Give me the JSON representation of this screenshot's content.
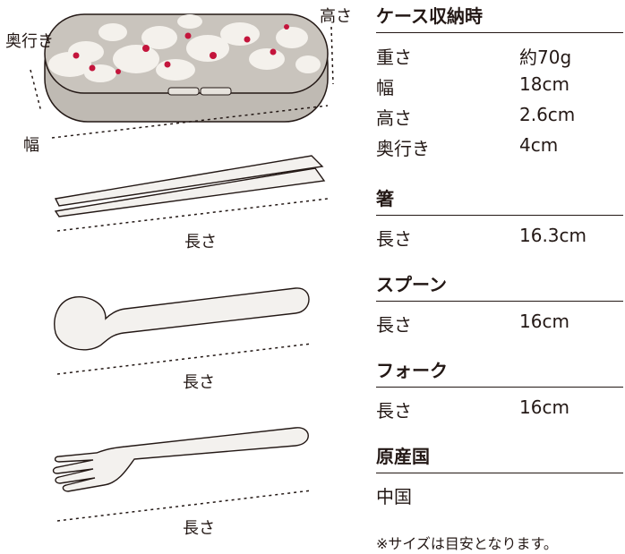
{
  "illustration": {
    "labels": {
      "depth": "奥行き",
      "height": "高さ",
      "width": "幅",
      "chopsticks_length": "長さ",
      "spoon_length": "長さ",
      "fork_length": "長さ"
    }
  },
  "colors": {
    "text": "#231815",
    "case_body": "#c9c4bd",
    "flower": "#f4f1ec",
    "accent_red": "#c4153c",
    "cutlery": "#f3f1ee"
  },
  "specs": {
    "case": {
      "title": "ケース収納時",
      "rows": [
        {
          "label": "重さ",
          "value": "約70g"
        },
        {
          "label": "幅",
          "value": "18cm"
        },
        {
          "label": "高さ",
          "value": "2.6cm"
        },
        {
          "label": "奥行き",
          "value": "4cm"
        }
      ]
    },
    "chopsticks": {
      "title": "箸",
      "rows": [
        {
          "label": "長さ",
          "value": "16.3cm"
        }
      ]
    },
    "spoon": {
      "title": "スプーン",
      "rows": [
        {
          "label": "長さ",
          "value": "16cm"
        }
      ]
    },
    "fork": {
      "title": "フォーク",
      "rows": [
        {
          "label": "長さ",
          "value": "16cm"
        }
      ]
    },
    "origin": {
      "title": "原産国",
      "rows": [
        {
          "label": "中国",
          "value": ""
        }
      ]
    },
    "note": "※サイズは目安となります。"
  }
}
